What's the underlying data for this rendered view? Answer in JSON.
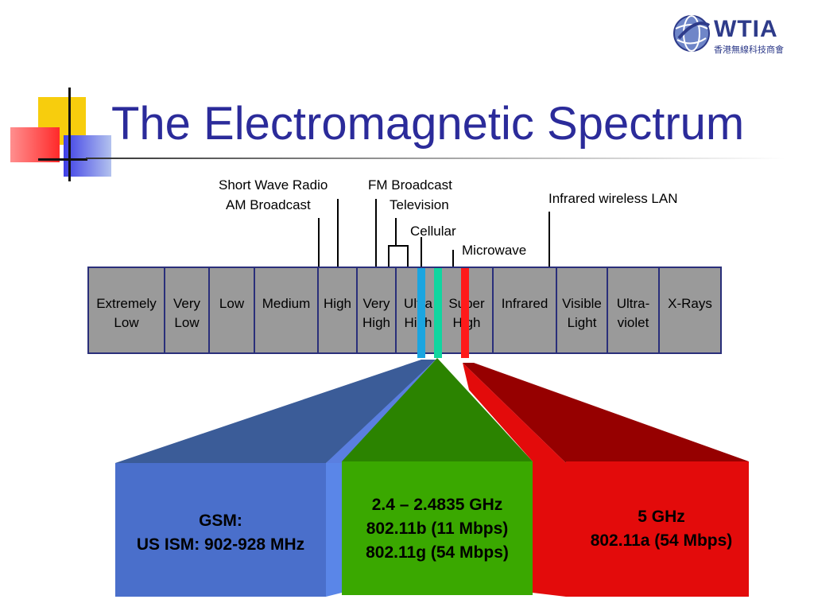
{
  "slide": {
    "title": "The Electromagnetic Spectrum"
  },
  "logo": {
    "name": "WTIA",
    "subtitle": "香港無線科技商會"
  },
  "colors": {
    "title": "#2b2b9a",
    "spectrum_cell": "#9a9a9a",
    "spectrum_border": "#2a2f7a",
    "band_cellular": "#1ba5e0",
    "band_24ghz": "#11d6a0",
    "band_5ghz": "#ff1a1a",
    "box_gsm": "#4a6fcb",
    "box_24ghz": "#3aa800",
    "box_5ghz": "#e30b0b"
  },
  "spectrum": {
    "bands": [
      {
        "label": "Extremely\nLow"
      },
      {
        "label": "Very\nLow"
      },
      {
        "label": "Low"
      },
      {
        "label": "Medium"
      },
      {
        "label": "High"
      },
      {
        "label": "Very\nHigh"
      },
      {
        "label": "Ultra\nHigh"
      },
      {
        "label": "Super\nHigh"
      },
      {
        "label": "Infrared"
      },
      {
        "label": "Visible\nLight"
      },
      {
        "label": "Ultra-\nviolet"
      },
      {
        "label": "X-Rays"
      }
    ]
  },
  "annotations": {
    "short_wave_radio": "Short Wave Radio",
    "am_broadcast": "AM Broadcast",
    "fm_broadcast": "FM Broadcast",
    "television": "Television",
    "cellular": "Cellular",
    "microwave": "Microwave",
    "infrared_lan": "Infrared wireless LAN"
  },
  "boxes": {
    "gsm": {
      "line1": "GSM:",
      "line2": "US ISM: 902-928 MHz"
    },
    "ghz24": {
      "line1": "2.4 – 2.4835 GHz",
      "line2": "802.11b (11 Mbps)",
      "line3": "802.11g (54 Mbps)"
    },
    "ghz5": {
      "line1": "5 GHz",
      "line2": "802.11a (54 Mbps)"
    }
  }
}
